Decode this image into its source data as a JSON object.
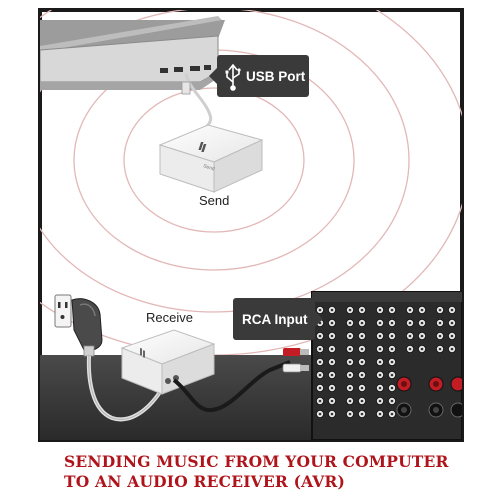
{
  "callouts": {
    "usb_port": "USB Port",
    "rca_input": "RCA Input"
  },
  "devices": {
    "send": "Send",
    "receive": "Receive",
    "send_device_marking": "Send"
  },
  "caption": {
    "line1": "SENDING MUSIC FROM YOUR COMPUTER",
    "line2": "TO AN AUDIO RECEIVER (AVR)"
  },
  "colors": {
    "frame": "#1a1a1a",
    "callout_bg": "#3a3a3a",
    "signal_ring": "#e3b7b7",
    "caption": "#b0141b"
  },
  "icons": [
    "usb-icon",
    "brand-logo-icon",
    "power-outlet-icon"
  ]
}
